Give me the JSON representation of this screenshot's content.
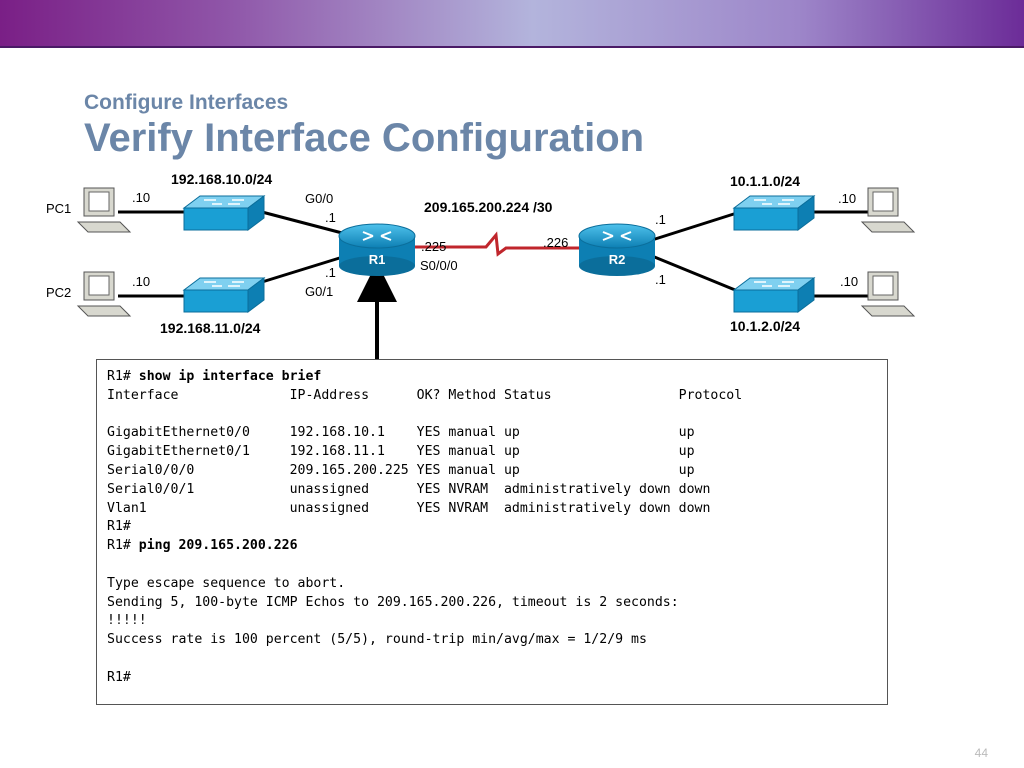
{
  "slide": {
    "subtitle": "Configure Interfaces",
    "title": "Verify Interface Configuration",
    "page_number": "44",
    "colors": {
      "title": "#6b86a8",
      "serial_link": "#c0262c",
      "router": "#1a9fd4",
      "switch": "#1a9fd4"
    }
  },
  "topology": {
    "pc1": "PC1",
    "pc2": "PC2",
    "r1": "R1",
    "r2": "R2",
    "net_192_10": "192.168.10.0/24",
    "net_192_11": "192.168.11.0/24",
    "net_10_1": "10.1.1.0/24",
    "net_10_2": "10.1.2.0/24",
    "serial_net": "209.165.200.224 /30",
    "pc1_ip": ".10",
    "pc2_ip": ".10",
    "pc3_ip": ".10",
    "pc4_ip": ".10",
    "r1_g00_name": "G0/0",
    "r1_g00_ip": ".1",
    "r1_g01_name": "G0/1",
    "r1_g01_ip": ".1",
    "r1_s000_ip": ".225",
    "r1_s000_name": "S0/0/0",
    "r2_s_ip": ".226",
    "r2_top_ip": ".1",
    "r2_bottom_ip": ".1"
  },
  "terminal": {
    "l1_prompt": "R1# ",
    "l1_cmd": "show ip interface brief",
    "header": "Interface              IP-Address      OK? Method Status                Protocol",
    "rows": [
      "GigabitEthernet0/0     192.168.10.1    YES manual up                    up",
      "GigabitEthernet0/1     192.168.11.1    YES manual up                    up",
      "Serial0/0/0            209.165.200.225 YES manual up                    up",
      "Serial0/0/1            unassigned      YES NVRAM  administratively down down",
      "Vlan1                  unassigned      YES NVRAM  administratively down down"
    ],
    "prompt_only": "R1#",
    "l2_prompt": "R1# ",
    "l2_cmd": "ping 209.165.200.226",
    "ping_lines": [
      "Type escape sequence to abort.",
      "Sending 5, 100-byte ICMP Echos to 209.165.200.226, timeout is 2 seconds:",
      "!!!!!",
      "Success rate is 100 percent (5/5), round-trip min/avg/max = 1/2/9 ms"
    ],
    "final_prompt": "R1#"
  }
}
